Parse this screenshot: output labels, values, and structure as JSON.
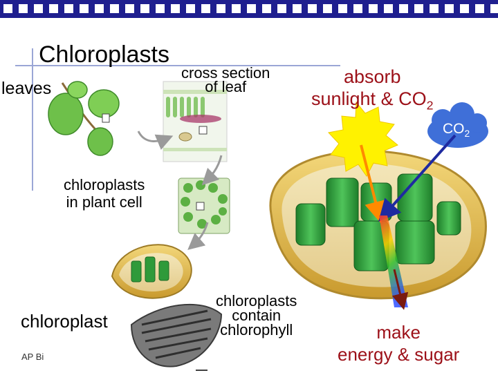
{
  "slide": {
    "title": "Chloroplasts",
    "labels": {
      "leaves": "leaves",
      "cross_section_line1": "cross section",
      "cross_section_line2": "of leaf",
      "absorb_line1": "absorb",
      "absorb_line2_text": "sunlight & CO",
      "absorb_line2_sub": "2",
      "cloud_co2_text": "CO",
      "cloud_co2_sub": "2",
      "cp_cell_line1": "chloroplasts",
      "cp_cell_line2": "in plant cell",
      "chloroplast": "chloroplast",
      "contain_line1": "chloroplasts",
      "contain_line2": "contain",
      "contain_line3": "chlorophyll",
      "make_line1": "make",
      "make_line2": "energy & sugar",
      "course": "AP Bi"
    },
    "colors": {
      "topbar": "#1f1f8f",
      "accent_text": "#9c1018",
      "sun": "#fff200",
      "cloud": "#3f6fd8",
      "arrow_co2": "#1e2aa0",
      "arrow_light": "#ff8a00",
      "arrow_out": "#7a1a10"
    }
  }
}
